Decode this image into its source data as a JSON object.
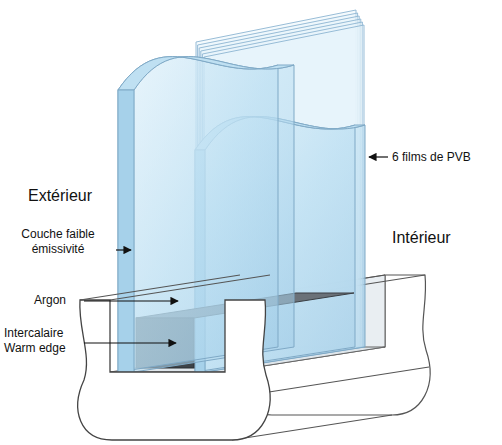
{
  "diagram": {
    "labels": [
      "Extérieur",
      "6 films de PVB",
      "Couche faible émissivité",
      "Intérieur",
      "Argon",
      "Intercalaire Warm edge"
    ]
  }
}
